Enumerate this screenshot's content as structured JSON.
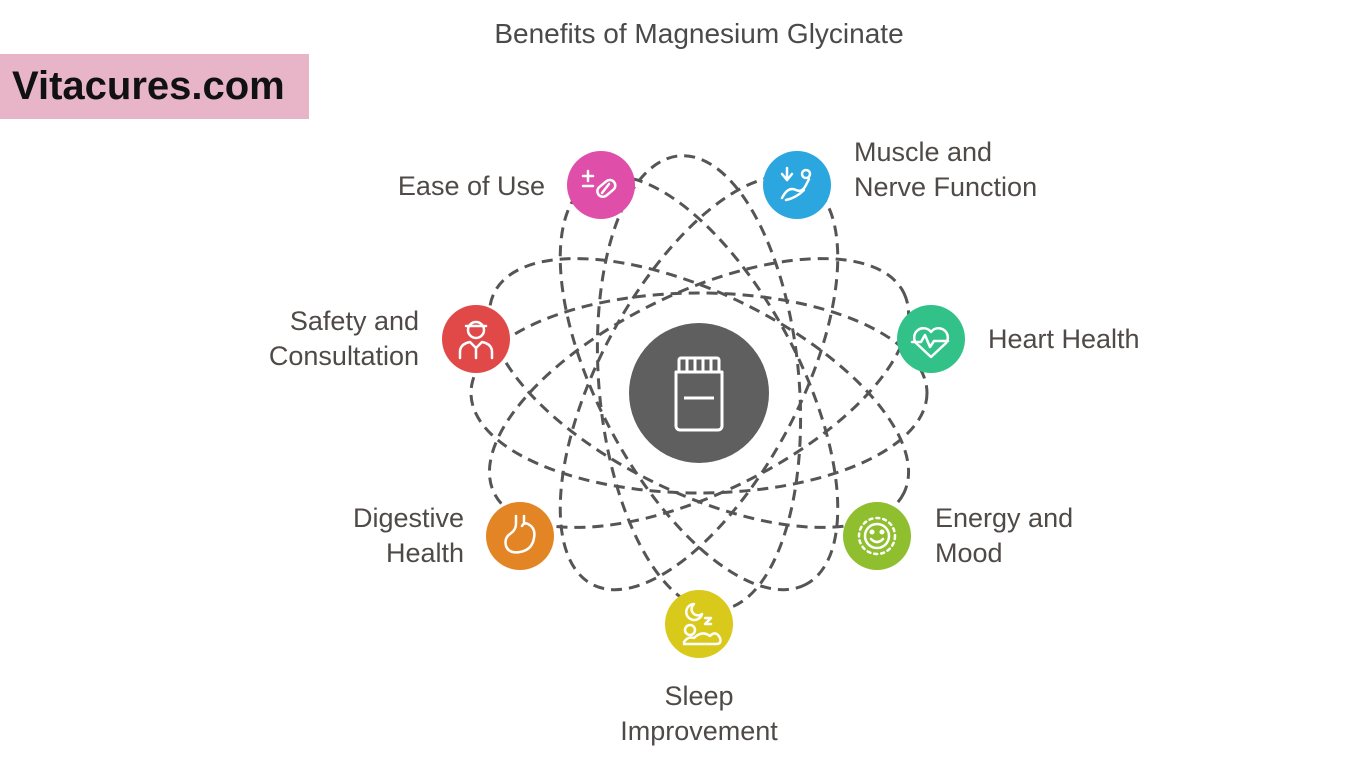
{
  "title": "Benefits of Magnesium Glycinate",
  "brand": "Vitacures.com",
  "center": {
    "icon": "supplement-bottle-icon",
    "color": "#5f5f5f"
  },
  "benefits": [
    {
      "id": "ease-of-use",
      "lines": [
        "Ease of Use"
      ],
      "icon": "pill-plus-minus-icon",
      "color": "#df4fa9"
    },
    {
      "id": "muscle-nerve",
      "lines": [
        "Muscle and",
        "Nerve Function"
      ],
      "icon": "flexing-arm-icon",
      "color": "#2ba6df"
    },
    {
      "id": "heart-health",
      "lines": [
        "Heart Health"
      ],
      "icon": "heart-pulse-icon",
      "color": "#33c18a"
    },
    {
      "id": "energy-mood",
      "lines": [
        "Energy and",
        "Mood"
      ],
      "icon": "smiley-sun-icon",
      "color": "#8fbf2e"
    },
    {
      "id": "sleep",
      "lines": [
        "Sleep",
        "Improvement"
      ],
      "icon": "moon-sleep-icon",
      "color": "#d9c91a"
    },
    {
      "id": "digestive",
      "lines": [
        "Digestive",
        "Health"
      ],
      "icon": "stomach-icon",
      "color": "#e38425"
    },
    {
      "id": "safety",
      "lines": [
        "Safety and",
        "Consultation"
      ],
      "icon": "doctor-icon",
      "color": "#e14848"
    }
  ]
}
